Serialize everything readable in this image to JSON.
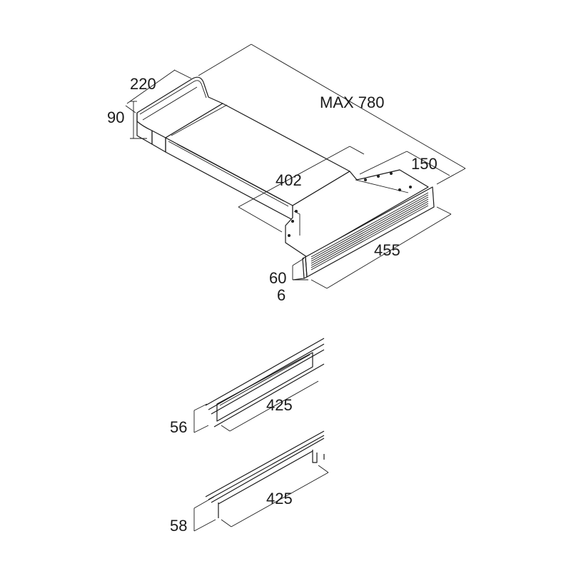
{
  "dimensions": {
    "max_length": "MAX 780",
    "width_top": "220",
    "height_top": "90",
    "depth_mid": "402",
    "depth_box": "150",
    "grille_length": "455",
    "grille_height": "60",
    "grille_thickness": "6",
    "cutout1_length": "425",
    "cutout1_height": "56",
    "cutout2_length": "425",
    "cutout2_height": "58"
  }
}
